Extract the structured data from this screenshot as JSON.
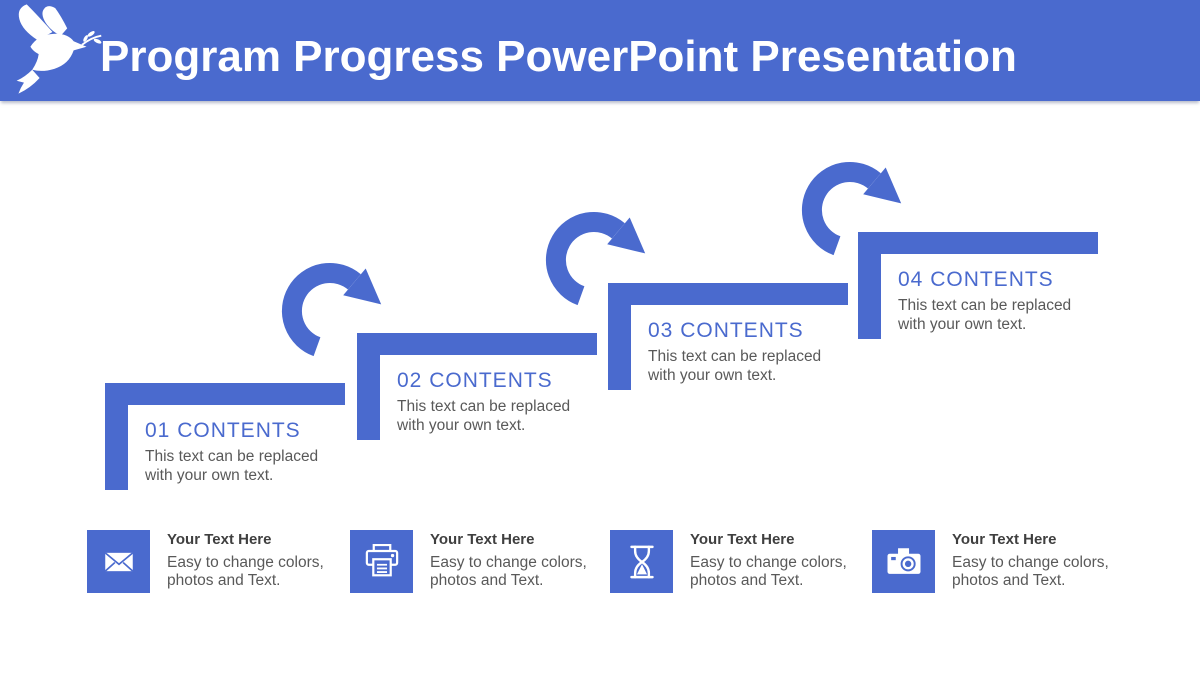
{
  "slide": {
    "title": "Program Progress PowerPoint Presentation"
  },
  "colors": {
    "primary_blue": "#4a6ace",
    "step_title_blue": "#4a6ace",
    "body_gray": "#595959",
    "label_dark": "#3f3f3f",
    "white": "#ffffff"
  },
  "steps": [
    {
      "title": "01 CONTENTS",
      "description": "This text can be replaced with your own text."
    },
    {
      "title": "02 CONTENTS",
      "description": "This text can be replaced with your own text."
    },
    {
      "title": "03 CONTENTS",
      "description": "This text can be replaced with your own text."
    },
    {
      "title": "04 CONTENTS",
      "description": "This text can be replaced with your own text."
    }
  ],
  "footer_items": [
    {
      "icon": "envelope-icon",
      "title": "Your Text Here",
      "description": "Easy to change colors, photos and Text."
    },
    {
      "icon": "printer-icon",
      "title": "Your Text Here",
      "description": "Easy to change colors, photos and Text."
    },
    {
      "icon": "hourglass-icon",
      "title": "Your Text Here",
      "description": "Easy to change colors, photos and Text."
    },
    {
      "icon": "camera-icon",
      "title": "Your Text Here",
      "description": "Easy to change colors, photos and Text."
    }
  ]
}
